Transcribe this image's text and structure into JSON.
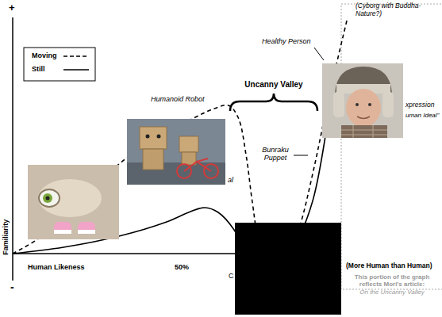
{
  "diagram": {
    "labels": [
      "+",
      "Familiarity",
      "-",
      "Humanoid Robot",
      "al",
      "Uncanny Valley",
      "Bunraku Puppet",
      "Healthy Person",
      "(Cyborg with Buddha-Nature?)",
      "xpression",
      "uman Ideal\"",
      "Human Likeness",
      "50%",
      "C",
      "(More Human than Human)",
      "This portion of the graph reflects Mori's article:",
      "On the Uncanny Valley"
    ],
    "legend": [
      {
        "text": "Moving"
      },
      {
        "text": "Still"
      }
    ]
  }
}
